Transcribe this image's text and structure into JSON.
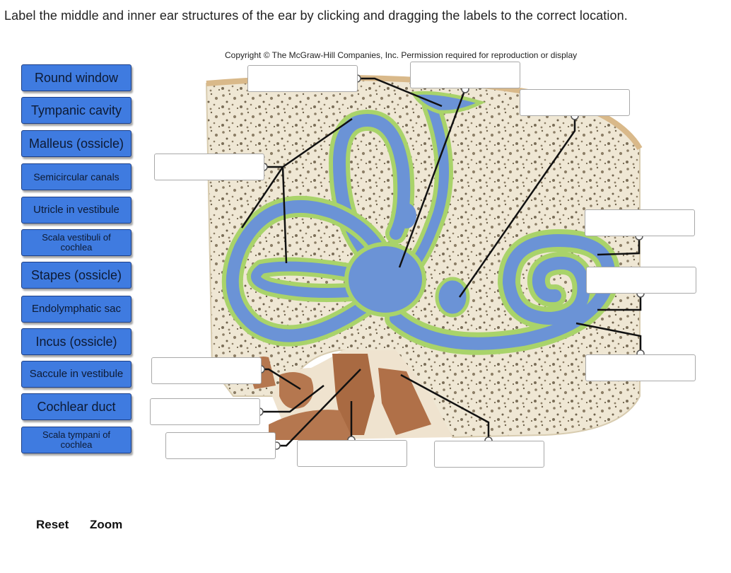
{
  "instruction": "Label the middle and inner ear structures of the ear by clicking and dragging the labels to the correct location.",
  "copyright": "Copyright © The McGraw-Hill Companies, Inc. Permission required for reproduction or display",
  "labels": [
    {
      "text": "Round window"
    },
    {
      "text": "Tympanic cavity"
    },
    {
      "text": "Malleus (ossicle)"
    },
    {
      "text": "Semicircular canals"
    },
    {
      "text": "Utricle in vestibule"
    },
    {
      "text": "Scala vestibuli of cochlea"
    },
    {
      "text": "Stapes (ossicle)"
    },
    {
      "text": "Endolymphatic sac"
    },
    {
      "text": "Incus (ossicle)"
    },
    {
      "text": "Saccule in vestibule"
    },
    {
      "text": "Cochlear duct"
    },
    {
      "text": "Scala tympani of cochlea"
    }
  ],
  "footer": {
    "reset": "Reset",
    "zoom": "Zoom"
  },
  "colors": {
    "label_bg": "#3f7be0",
    "canal_blue": "#6b93d6",
    "canal_green": "#a9d36a",
    "bone": "#efe7d4",
    "ossicle": "#b5774f"
  }
}
